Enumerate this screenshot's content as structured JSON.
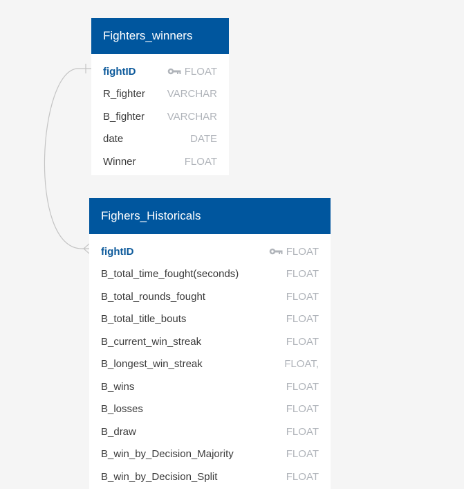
{
  "tables": {
    "winners": {
      "title": "Fighters_winners",
      "columns": [
        {
          "name": "fightID",
          "type": "FLOAT"
        },
        {
          "name": "R_fighter",
          "type": "VARCHAR"
        },
        {
          "name": "B_fighter",
          "type": "VARCHAR"
        },
        {
          "name": "date",
          "type": "DATE"
        },
        {
          "name": "Winner",
          "type": "FLOAT"
        }
      ]
    },
    "historicals": {
      "title": "Fighers_Historicals",
      "columns": [
        {
          "name": "fightID",
          "type": "FLOAT"
        },
        {
          "name": "B_total_time_fought(seconds)",
          "type": "FLOAT"
        },
        {
          "name": "B_total_rounds_fought",
          "type": "FLOAT"
        },
        {
          "name": "B_total_title_bouts",
          "type": "FLOAT"
        },
        {
          "name": "B_current_win_streak",
          "type": "FLOAT"
        },
        {
          "name": "B_longest_win_streak",
          "type": "FLOAT,"
        },
        {
          "name": "B_wins",
          "type": "FLOAT"
        },
        {
          "name": "B_losses",
          "type": "FLOAT"
        },
        {
          "name": "B_draw",
          "type": "FLOAT"
        },
        {
          "name": "B_win_by_Decision_Majority",
          "type": "FLOAT"
        },
        {
          "name": "B_win_by_Decision_Split",
          "type": "FLOAT"
        }
      ]
    }
  },
  "colors": {
    "header": "#00569e",
    "primary_key": "#0d5a9b",
    "type_text": "#b0b4ba",
    "connector": "#c4c4c4",
    "canvas": "#f5f5f5"
  },
  "icons": {
    "primary_key": "key-icon"
  }
}
